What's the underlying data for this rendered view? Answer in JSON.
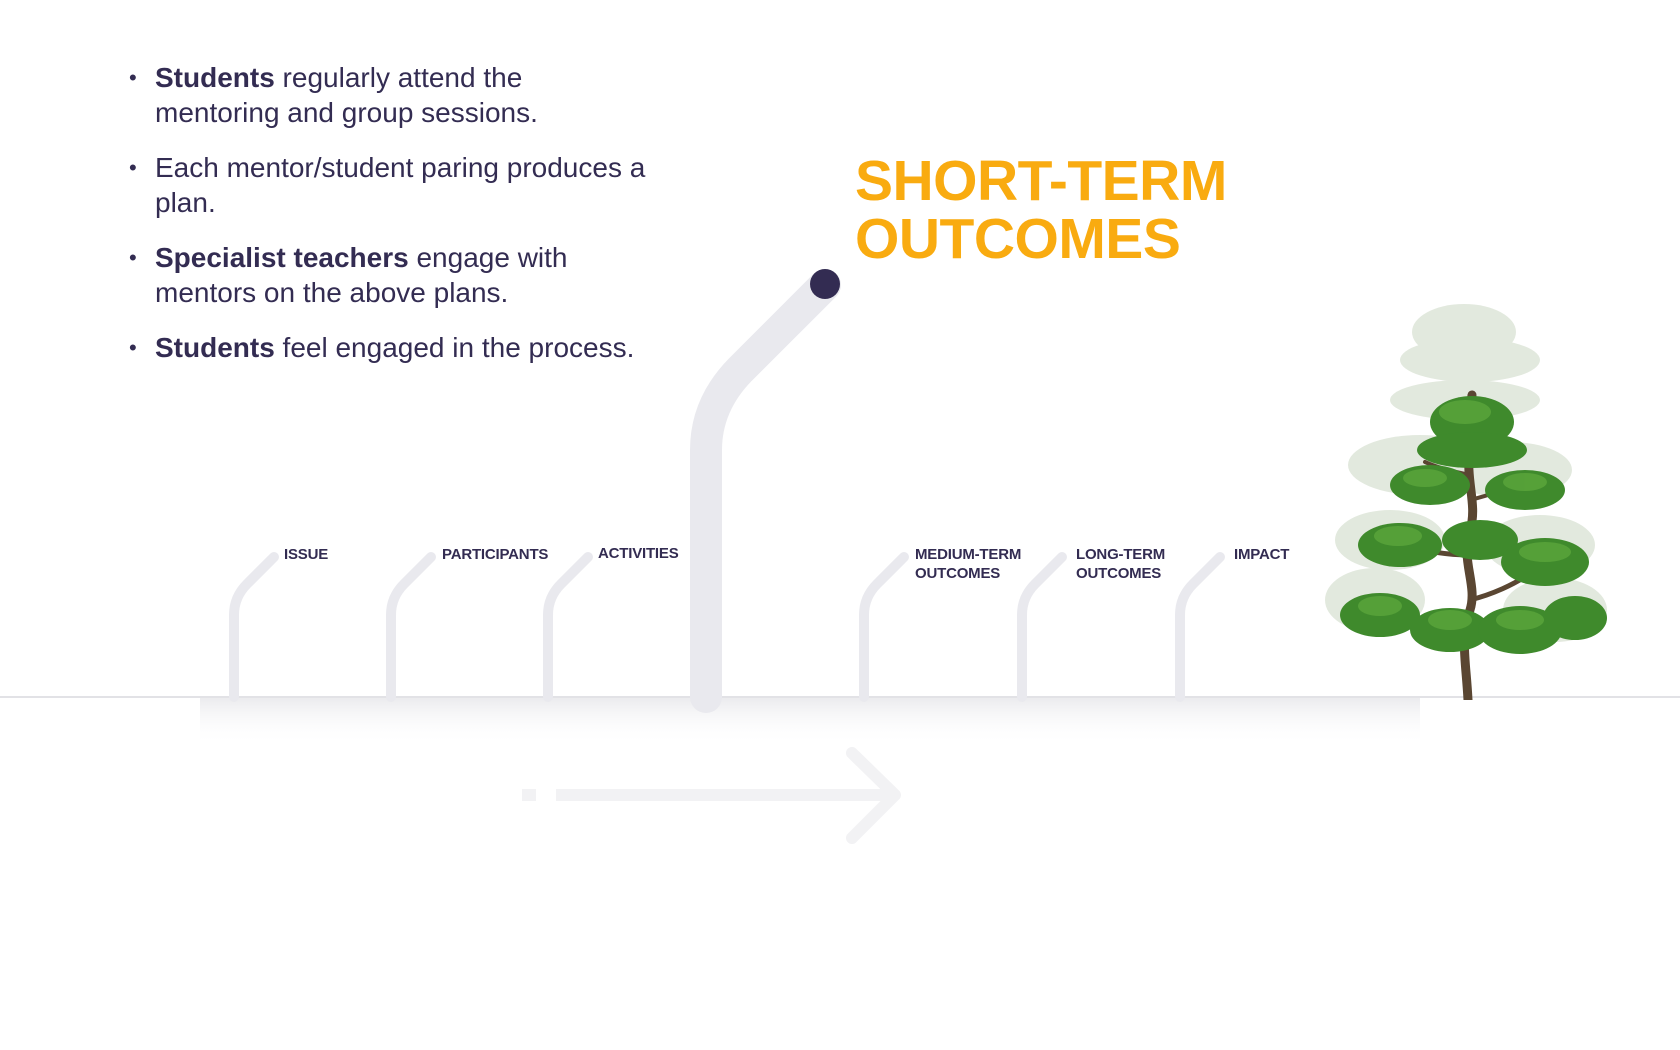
{
  "bullets": [
    {
      "bold": "Students",
      "text": " regularly attend the mentoring and group sessions."
    },
    {
      "bold": "",
      "text": "Each mentor/student paring produces a plan."
    },
    {
      "bold": "Specialist teachers",
      "text": " engage with mentors on the above plans."
    },
    {
      "bold": "Students",
      "text": " feel engaged in the process."
    }
  ],
  "active_stage": {
    "line1": "SHORT-TERM",
    "line2": "OUTCOMES"
  },
  "stages": {
    "issue": {
      "line1": "ISSUE",
      "line2": ""
    },
    "participants": {
      "line1": "PARTICIPANTS",
      "line2": ""
    },
    "activities": {
      "line1": "ACTIVITIES",
      "line2": ""
    },
    "medium_term": {
      "line1": "MEDIUM-TERM",
      "line2": "OUTCOMES"
    },
    "long_term": {
      "line1": "LONG-TERM",
      "line2": "OUTCOMES"
    },
    "impact": {
      "line1": "IMPACT",
      "line2": ""
    }
  },
  "colors": {
    "text": "#332c52",
    "accent": "#f9ab10",
    "stem": "#e9e9ee",
    "active_dot": "#332c52",
    "tree_green": "#3f8a2c"
  },
  "icons": {
    "progress_arrow": "right-arrow-icon",
    "tree": "bonsai-tree-icon"
  }
}
